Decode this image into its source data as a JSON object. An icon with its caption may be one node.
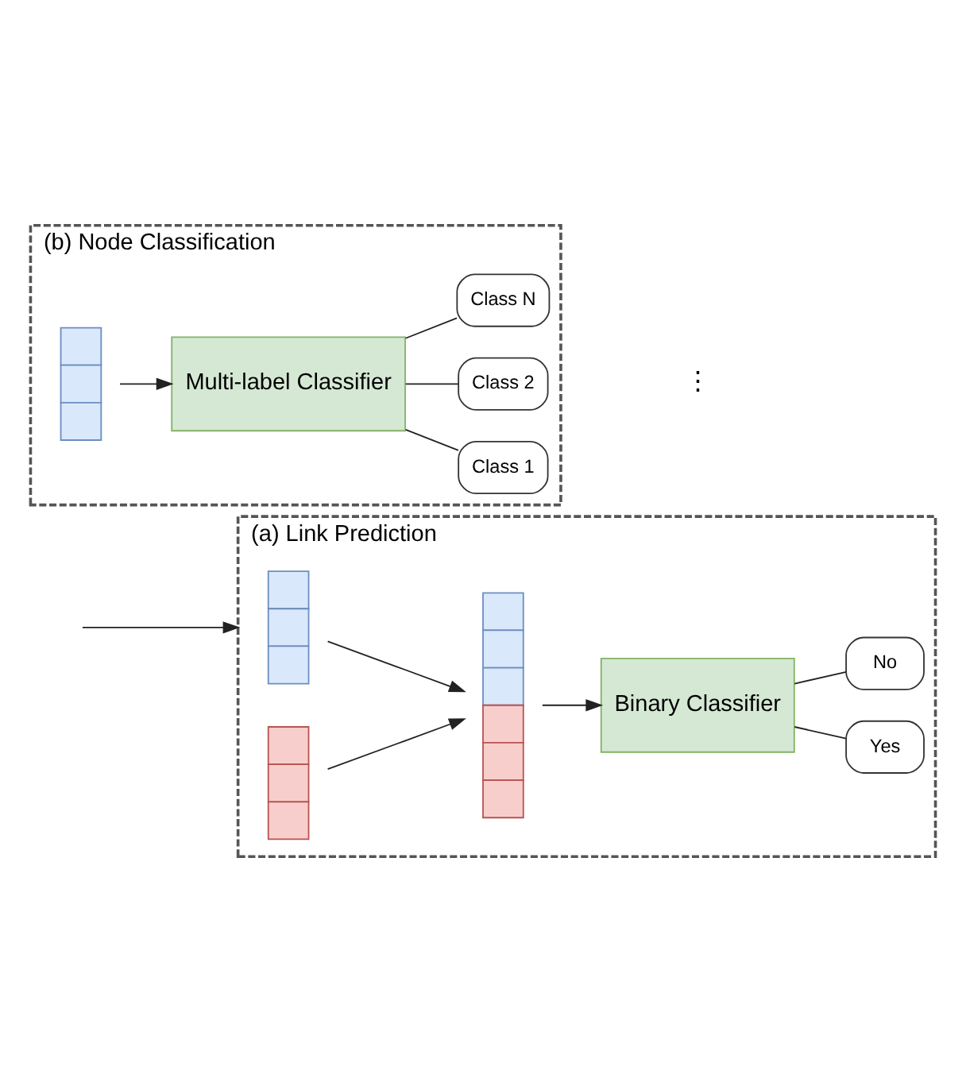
{
  "diagram": {
    "nodes": [
      {
        "text": [
          "(a) Link Prediction"
        ]
      },
      {
        "text": [],
        "shape": "bar",
        "in": 0
      },
      {
        "text": [],
        "shape": "bar",
        "in": 0
      },
      {
        "text": [],
        "shape": "bar",
        "in": 0
      },
      {
        "text": [
          "Binary Classifier"
        ],
        "in": 0
      },
      {
        "text": [
          "Yes"
        ],
        "in": 0
      },
      {
        "text": [
          "No"
        ],
        "in": 0
      },
      {
        "text": [
          "(b) Node Classification"
        ]
      },
      {
        "text": [],
        "shape": "bar",
        "in": 7
      },
      {
        "text": [
          "Multi-label Classifier"
        ],
        "in": 7
      },
      {
        "text": [
          "Class 1"
        ],
        "in": 7
      },
      {
        "text": [
          "Class 2"
        ],
        "in": 7
      },
      {
        "text": [
          "Class N"
        ],
        "in": 7
      }
    ],
    "edges": [
      {
        "from": null,
        "to": 0,
        "arrow": "to"
      },
      {
        "from": 1,
        "to": 3,
        "arrow": "to"
      },
      {
        "from": 2,
        "to": 3,
        "arrow": "to"
      },
      {
        "from": 3,
        "to": 4,
        "arrow": "to"
      },
      {
        "from": 4,
        "to": 5,
        "arrow": "none"
      },
      {
        "from": 4,
        "to": 6,
        "arrow": "none"
      },
      {
        "from": 8,
        "to": 9,
        "arrow": "to"
      },
      {
        "from": 9,
        "to": 10,
        "arrow": "none"
      },
      {
        "from": 9,
        "to": 11,
        "arrow": "none"
      },
      {
        "from": 9,
        "to": 12,
        "arrow": "none"
      }
    ],
    "labels": [
      "⋮"
    ]
  }
}
